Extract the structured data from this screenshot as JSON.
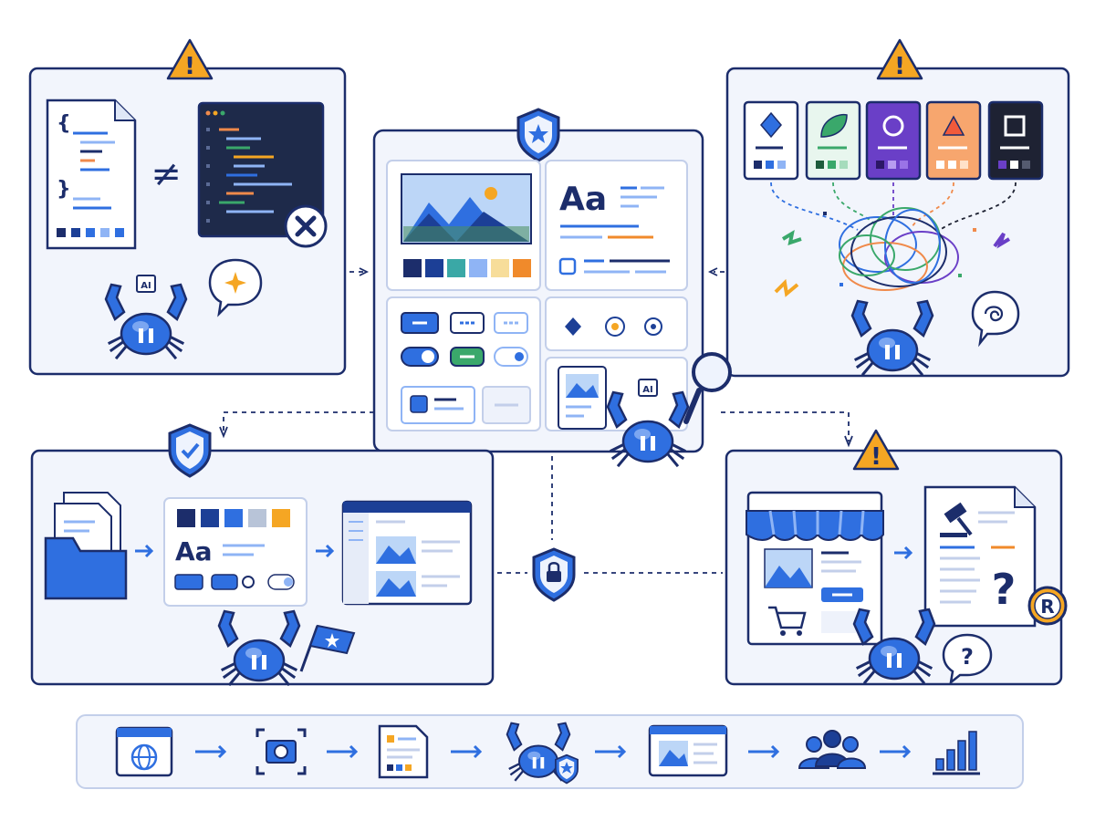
{
  "colors": {
    "navy": "#1c2d6b",
    "blue": "#2f6fe0",
    "light_blue": "#8fb4f5",
    "panel_bg": "#f2f5fc",
    "panel_border": "#1c2d6b",
    "warning": "#f5a623",
    "green": "#3aa86b",
    "purple": "#6a3fc7",
    "orange": "#f08a4b",
    "dark": "#1e2233"
  },
  "labels": {
    "not_equal": "≠",
    "typography_sample": "Aa",
    "warning_mark": "!",
    "question_mark": "?",
    "registered_mark": "R",
    "ai_chip": "AI",
    "code_brace_open": "{",
    "code_brace_close": "}"
  },
  "icons": {
    "warning": "warning-triangle-icon",
    "error": "close-circle-icon",
    "shield_star": "shield-star-icon",
    "shield_check": "shield-check-icon",
    "shield_lock": "shield-lock-icon",
    "magnifier": "magnifier-icon",
    "globe": "globe-icon",
    "camera": "camera-icon",
    "users": "users-icon",
    "bar_chart": "bar-chart-icon",
    "cart": "shopping-cart-icon",
    "gavel": "gavel-icon",
    "folder": "folder-icon",
    "flag": "star-flag-icon",
    "mascot": "crab-mascot-icon"
  },
  "pipeline_steps": [
    {
      "icon": "browser-globe-icon"
    },
    {
      "icon": "screenshot-camera-icon"
    },
    {
      "icon": "design-document-icon"
    },
    {
      "icon": "crab-shield-icon"
    },
    {
      "icon": "browser-preview-icon"
    },
    {
      "icon": "users-icon"
    },
    {
      "icon": "bar-chart-icon"
    }
  ]
}
